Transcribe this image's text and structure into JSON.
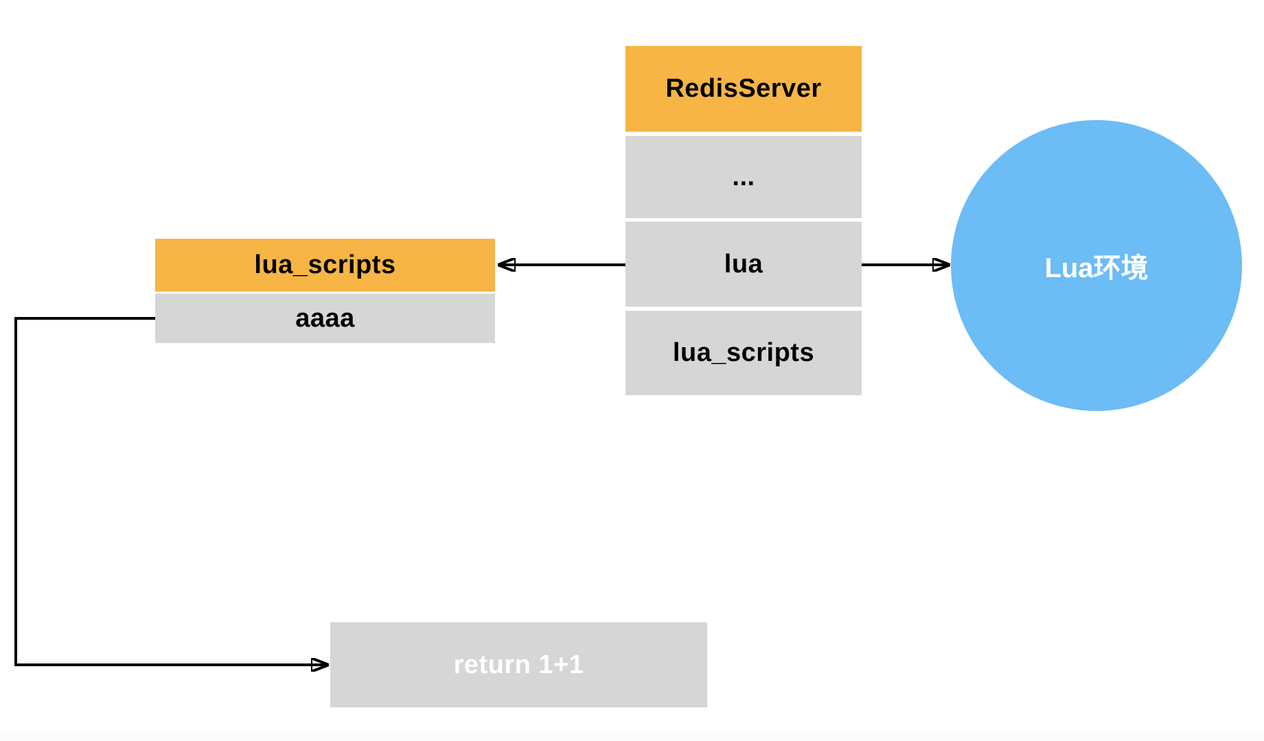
{
  "colors": {
    "header_orange": "#F6B545",
    "row_gray": "#D6D6D6",
    "circle_blue": "#6CBCF5",
    "line_black": "#000000",
    "text_black": "#000000",
    "text_white": "#FFFFFF",
    "canvas_white": "#FFFFFF"
  },
  "server_table": {
    "header": "RedisServer",
    "rows": [
      "...",
      "lua",
      "lua_scripts"
    ]
  },
  "left_table": {
    "header": "lua_scripts",
    "rows": [
      "aaaa"
    ]
  },
  "lua_environment": {
    "label": "Lua环境"
  },
  "script_box": {
    "label": "return 1+1"
  }
}
